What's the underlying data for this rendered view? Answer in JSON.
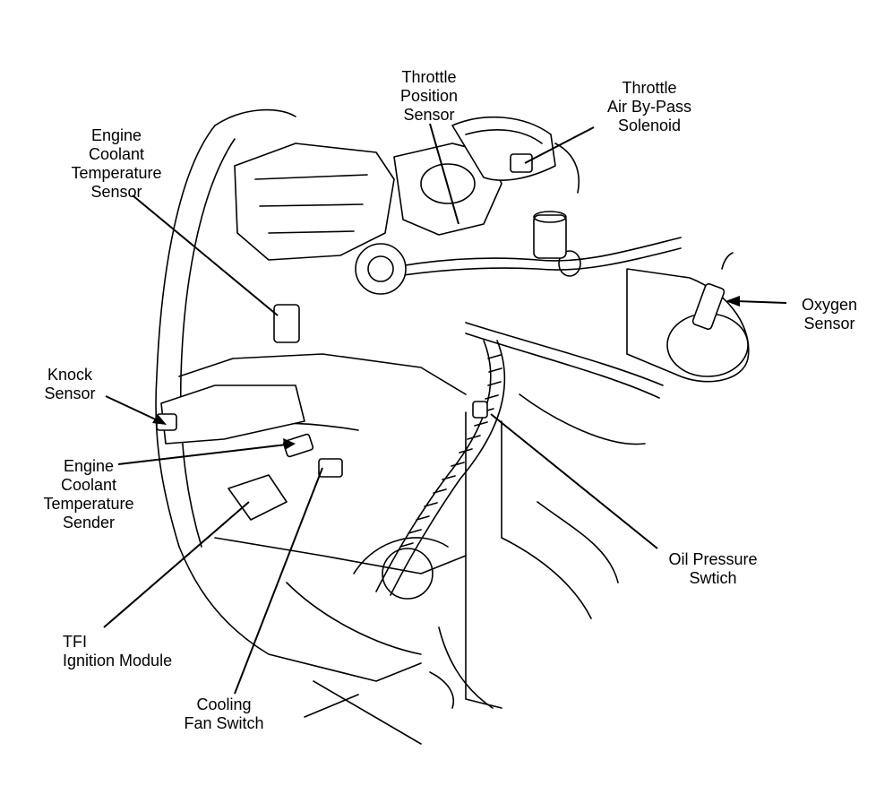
{
  "labels": {
    "throttle_position_sensor": [
      "Throttle",
      "Position",
      "Sensor"
    ],
    "throttle_air_bypass_solenoid": [
      "Throttle",
      "Air By-Pass",
      "Solenoid"
    ],
    "engine_coolant_temperature_sensor": [
      "Engine",
      "Coolant",
      "Temperature",
      "Sensor"
    ],
    "oxygen_sensor": [
      "Oxygen",
      "Sensor"
    ],
    "knock_sensor": [
      "Knock",
      "Sensor"
    ],
    "engine_coolant_temperature_sender": [
      "Engine",
      "Coolant",
      "Temperature",
      "Sender"
    ],
    "oil_pressure_switch": [
      "Oil Pressure",
      "Swtich"
    ],
    "tfi_ignition_module": [
      "TFI",
      "Ignition Module"
    ],
    "cooling_fan_switch": [
      "Cooling",
      "Fan Switch"
    ]
  }
}
